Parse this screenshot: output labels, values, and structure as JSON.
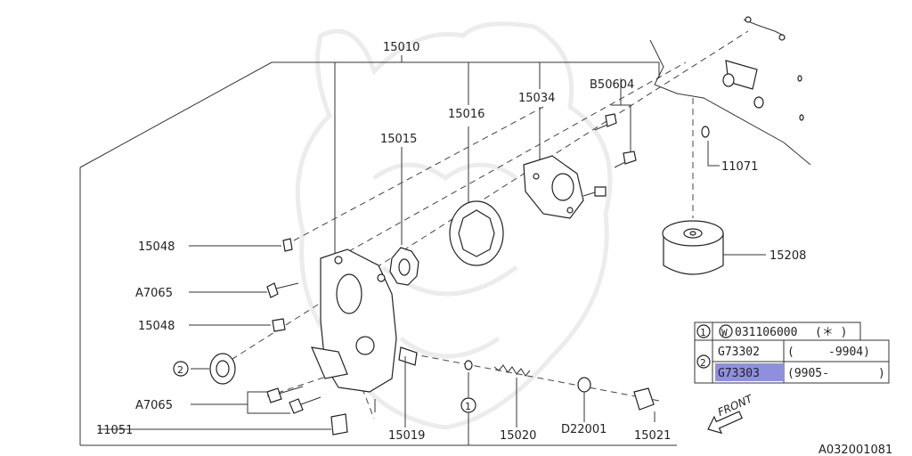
{
  "labels": {
    "p15010": "15010",
    "p15016": "15016",
    "p15034": "15034",
    "pB50604": "B50604",
    "p15015": "15015",
    "p11071": "11071",
    "p15048a": "15048",
    "p15208": "15208",
    "pA7065a": "A7065",
    "p15048b": "15048",
    "pA7065b": "A7065",
    "p11051": "11051",
    "p15019": "15019",
    "p15020": "15020",
    "pD22001": "D22001",
    "p15021": "15021",
    "front": "FRONT",
    "diagram_id": "A032001081",
    "callout1": "1",
    "callout2": "2",
    "callout2b": "2",
    "callout1b": "1"
  },
  "table": {
    "row1": {
      "ref": "1",
      "prefix": "W",
      "part": "031106000",
      "note": "(＊ )"
    },
    "row2": {
      "ref": "2",
      "part": "G73302",
      "range_open": "(",
      "range_val": "-9904)"
    },
    "row3": {
      "part": "G73303",
      "range": "(9905-",
      "range_close": ")"
    }
  },
  "colors": {
    "highlight": "#8f8fe0",
    "line": "#333333",
    "watermark": "#ececec"
  }
}
